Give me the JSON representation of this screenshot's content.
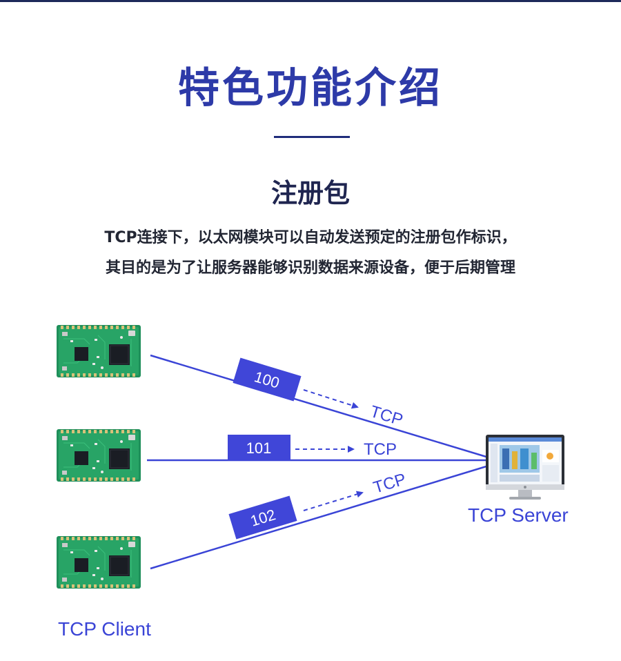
{
  "header": {
    "title": "特色功能介绍",
    "subtitle": "注册包",
    "desc_line1": "TCP连接下，以太网模块可以自动发送预定的注册包作标识，",
    "desc_line2": "其目的是为了让服务器能够识别数据来源设备，便于后期管理"
  },
  "diagram": {
    "client_label": "TCP Client",
    "server_label": "TCP Server",
    "packets": [
      {
        "id": "100",
        "protocol": "TCP"
      },
      {
        "id": "101",
        "protocol": "TCP"
      },
      {
        "id": "102",
        "protocol": "TCP"
      }
    ],
    "colors": {
      "accent": "#3a44d6",
      "packet_fill": "#4046d8",
      "pcb_green": "#1f8f5a",
      "title_blue": "#2d3aa8"
    }
  }
}
